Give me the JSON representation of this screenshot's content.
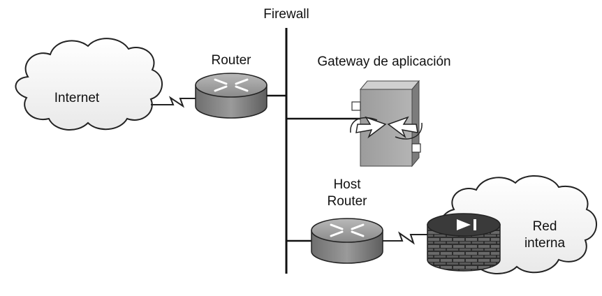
{
  "labels": {
    "firewall": "Firewall",
    "router": "Router",
    "gateway": "Gateway de aplicación",
    "internet": "Internet",
    "host_router_1": "Host",
    "host_router_2": "Router",
    "red_interna_1": "Red",
    "red_interna_2": "interna"
  }
}
